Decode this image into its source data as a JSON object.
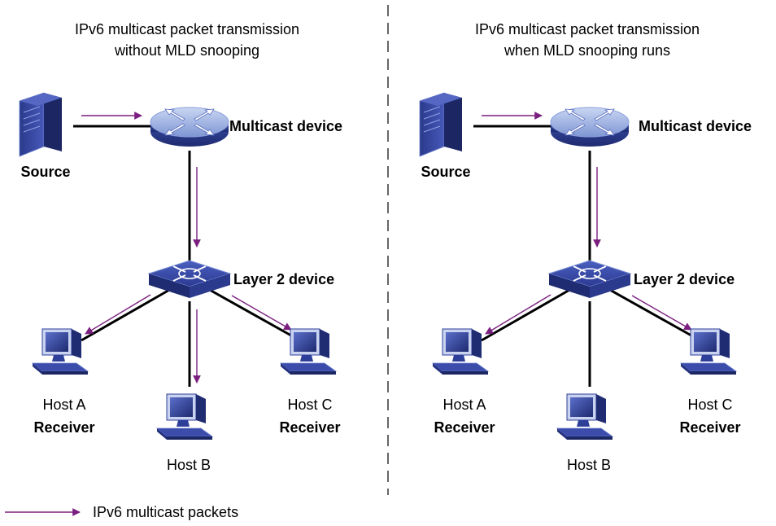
{
  "colors": {
    "arrow": "#7a1f7f",
    "link": "#000000",
    "device_blue": "#2e3f9a",
    "device_dark": "#1a2766",
    "divider": "#000000"
  },
  "left_panel": {
    "title_line1": "IPv6 multicast packet transmission",
    "title_line2": "without MLD snooping",
    "source_label": "Source",
    "router_label": "Multicast device",
    "switch_label": "Layer 2 device",
    "host_a_name": "Host A",
    "host_a_role": "Receiver",
    "host_b_name": "Host B",
    "host_c_name": "Host C",
    "host_c_role": "Receiver"
  },
  "right_panel": {
    "title_line1": "IPv6 multicast packet transmission",
    "title_line2": "when MLD snooping runs",
    "source_label": "Source",
    "router_label": "Multicast device",
    "switch_label": "Layer 2 device",
    "host_a_name": "Host A",
    "host_a_role": "Receiver",
    "host_b_name": "Host B",
    "host_c_name": "Host C",
    "host_c_role": "Receiver"
  },
  "legend": {
    "label": "IPv6 multicast packets",
    "icon": "arrow-icon"
  }
}
